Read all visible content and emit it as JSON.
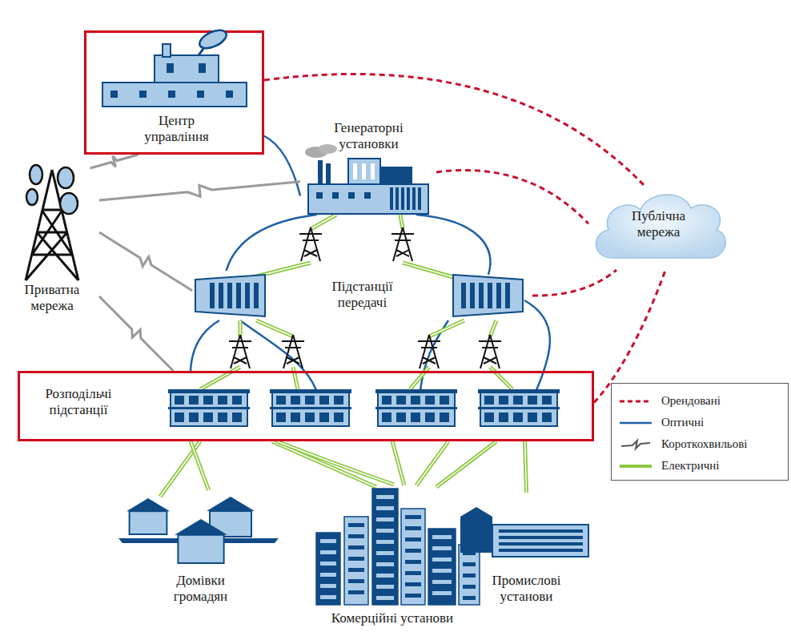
{
  "diagram": {
    "nodes": [
      {
        "text": [
          "Центр управління"
        ]
      },
      {
        "text": [
          "Генераторні установки"
        ]
      },
      {
        "text": [
          "Приватна мережа"
        ]
      },
      {
        "text": [
          "Публічна мережа"
        ]
      },
      {
        "text": [
          "Підстанції передачі"
        ]
      },
      {
        "text": [
          "Розподільчі підстанції"
        ]
      },
      {
        "text": [
          "Домівки громадян"
        ]
      },
      {
        "text": [
          "Комерційні установи"
        ]
      },
      {
        "text": [
          "Промислові установи"
        ]
      }
    ],
    "edges": [
      {
        "from": 0,
        "to": 1,
        "arrow": "none"
      },
      {
        "from": 0,
        "to": 3,
        "arrow": "none"
      },
      {
        "from": 1,
        "to": 3,
        "arrow": "none"
      },
      {
        "from": 2,
        "to": 0,
        "arrow": "none"
      },
      {
        "from": 2,
        "to": 1,
        "arrow": "none"
      },
      {
        "from": 2,
        "to": 4,
        "arrow": "none"
      },
      {
        "from": 2,
        "to": 5,
        "arrow": "none"
      },
      {
        "from": 4,
        "to": 3,
        "arrow": "none"
      },
      {
        "from": 5,
        "to": 3,
        "arrow": "none"
      },
      {
        "from": 1,
        "to": 4,
        "arrow": "none"
      },
      {
        "from": 4,
        "to": 5,
        "arrow": "none"
      },
      {
        "from": 5,
        "to": 6,
        "arrow": "none"
      },
      {
        "from": 5,
        "to": 7,
        "arrow": "none"
      },
      {
        "from": 5,
        "to": 8,
        "arrow": "none"
      }
    ],
    "legend": [
      {
        "text": "Орендовані"
      },
      {
        "text": "Оптичні"
      },
      {
        "text": "Короткохвильові"
      },
      {
        "text": "Електричні"
      }
    ]
  }
}
